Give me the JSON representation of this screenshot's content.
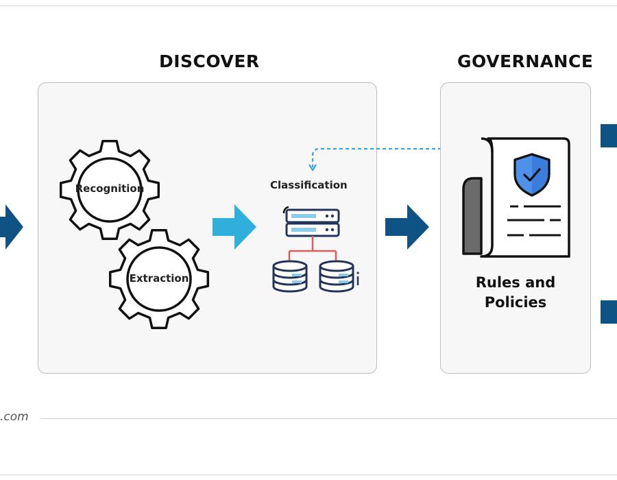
{
  "sections": {
    "discover": {
      "title": "DISCOVER"
    },
    "governance": {
      "title": "GOVERNANCE"
    }
  },
  "discover": {
    "gear_top_label": "Recognition",
    "gear_bottom_label": "Extraction",
    "classification_label": "Classification"
  },
  "governance": {
    "rules_line1": "Rules and",
    "rules_line2": "Policies"
  },
  "footer": {
    "text": ".com"
  },
  "colors": {
    "dark_arrow": "#0f5384",
    "light_arrow": "#2fb0dc",
    "shield_blue": "#3b7ddd",
    "dashed_line": "#2fa7de",
    "server_connector": "#e05c5c",
    "server_stripe": "#8ecbea"
  },
  "icons": [
    "gear-icon",
    "server-icon",
    "database-icon",
    "document-icon",
    "shield-check-icon",
    "arrow-right-icon"
  ]
}
